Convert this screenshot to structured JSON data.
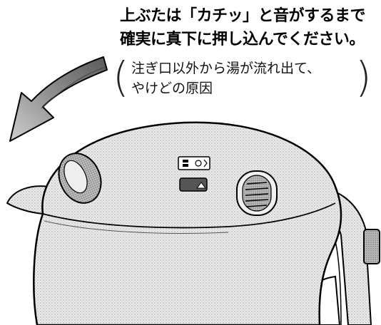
{
  "instruction": {
    "line1": "上ぶたは「カチッ」と音がするまで",
    "line2": "確実に真下に押し込んでください。"
  },
  "warning": {
    "line1": "注ぎ口以外から湯が流れ出て、",
    "line2": "やけどの原因"
  },
  "illustration": {
    "subject": "electric-kettle-lid",
    "arrow_direction": "counter-clockwise",
    "colors": {
      "ink": "#000000",
      "fill": "#dcdcdc",
      "background": "#ffffff"
    }
  }
}
